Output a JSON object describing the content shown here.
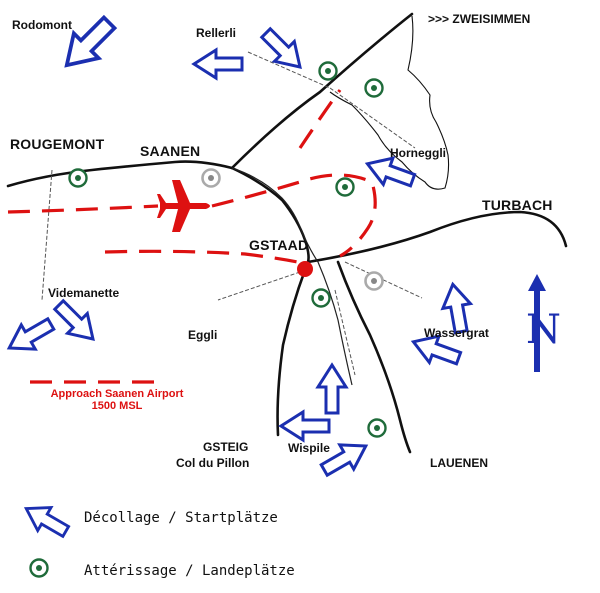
{
  "places": {
    "rodomont": "Rodomont",
    "rellerli": "Rellerli",
    "zweisimmen": ">>> ZWEISIMMEN",
    "rougemont": "ROUGEMONT",
    "saanen": "SAANEN",
    "horneggli": "Horneggli",
    "turbach": "TURBACH",
    "gstaad": "GSTAAD",
    "videmanette": "Videmanette",
    "eggli": "Eggli",
    "wasserngrat": "Wassergrat",
    "gsteig": "GSTEIG",
    "col_du_pillon": "Col du Pillon",
    "wispile": "Wispile",
    "lauenen": "LAUENEN"
  },
  "approach": {
    "line1": "Approach Saanen Airport",
    "line2": "1500 MSL"
  },
  "north_letter": "N",
  "legend": {
    "takeoff": "Décollage / Startplätze",
    "landing": "Attérissage / Landeplätze"
  },
  "colors": {
    "arrow": "#1b2fb0",
    "approach": "#dd1111",
    "landing_ring": "#1f6b3a",
    "airport": "#aaaaaa",
    "road": "#111111"
  },
  "icons": {
    "takeoff": "arrow-icon",
    "landing": "target-icon",
    "airport": "airplane-icon"
  }
}
